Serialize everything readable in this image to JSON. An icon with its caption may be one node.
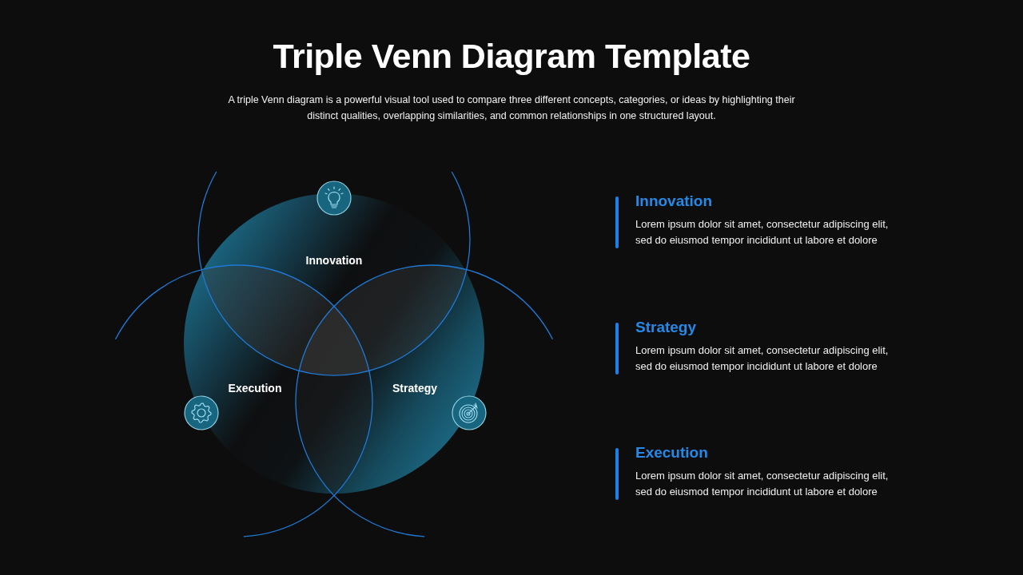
{
  "diagram": {
    "title": "Triple Venn Diagram Template",
    "nodes": [
      {
        "text": [
          "Innovation"
        ]
      },
      {
        "text": [
          "Execution"
        ]
      },
      {
        "text": [
          "Strategy"
        ]
      }
    ],
    "labels": [
      "A triple Venn diagram is a powerful visual tool used to compare three different concepts, categories, or ideas by highlighting their distinct qualities, overlapping similarities, and common relationships in one structured layout.",
      "Innovation",
      "Lorem ipsum dolor sit amet, consectetur adipiscing elit, sed do eiusmod tempor incididunt ut labore et dolore",
      "Strategy",
      "Lorem ipsum dolor sit amet, consectetur adipiscing elit, sed do eiusmod tempor incididunt ut labore et dolore",
      "Execution",
      "Lorem ipsum dolor sit amet, consectetur adipiscing elit, sed do eiusmod tempor incididunt ut labore et dolore"
    ]
  }
}
